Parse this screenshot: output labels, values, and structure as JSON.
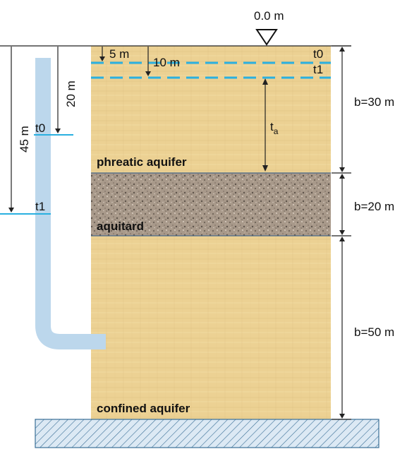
{
  "surface_label": "0.0 m",
  "layers": {
    "phreatic": {
      "name": "phreatic aquifer",
      "thickness": "b=30 m"
    },
    "aquitard": {
      "name": "aquitard",
      "thickness": "b=20 m"
    },
    "confined": {
      "name": "confined aquifer",
      "thickness": "b=50 m"
    }
  },
  "water_table": {
    "t0_label": "t0",
    "t1_label": "t1",
    "depth_t0": "5 m",
    "depth_t1": "10 m",
    "ta_main": "t",
    "ta_sub": "a"
  },
  "piezometer": {
    "t0_label": "t0",
    "t1_label": "t1",
    "depth_t0": "20 m",
    "depth_t1": "45 m"
  },
  "colors": {
    "sand": "#ecd193",
    "aquitard": "#a8998a",
    "water": "#2ab0e0",
    "pipe": "#bcd7ec",
    "bedrock": "#dce9f4"
  }
}
